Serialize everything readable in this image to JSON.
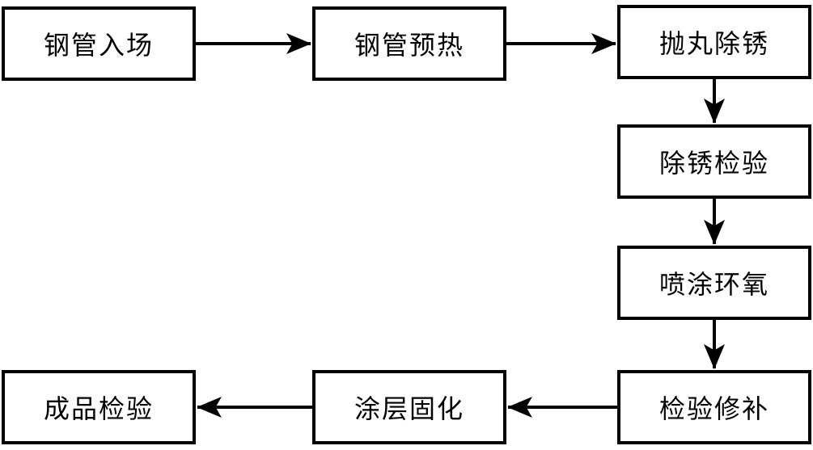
{
  "diagram": {
    "type": "flowchart",
    "language": "zh",
    "background_color": "#ffffff",
    "line_color": "#000000",
    "nodes": [
      {
        "id": "node-1",
        "label": "钢管入场"
      },
      {
        "id": "node-2",
        "label": "钢管预热"
      },
      {
        "id": "node-3",
        "label": "抛丸除锈"
      },
      {
        "id": "node-4",
        "label": "除锈检验"
      },
      {
        "id": "node-5",
        "label": "喷涂环氧"
      },
      {
        "id": "node-6",
        "label": "检验修补"
      },
      {
        "id": "node-7",
        "label": "涂层固化"
      },
      {
        "id": "node-8",
        "label": "成品检验"
      }
    ],
    "edges": [
      {
        "from": "钢管入场",
        "to": "钢管预热",
        "direction": "right"
      },
      {
        "from": "钢管预热",
        "to": "抛丸除锈",
        "direction": "right"
      },
      {
        "from": "抛丸除锈",
        "to": "除锈检验",
        "direction": "down"
      },
      {
        "from": "除锈检验",
        "to": "喷涂环氧",
        "direction": "down"
      },
      {
        "from": "喷涂环氧",
        "to": "检验修补",
        "direction": "down"
      },
      {
        "from": "检验修补",
        "to": "涂层固化",
        "direction": "left"
      },
      {
        "from": "涂层固化",
        "to": "成品检验",
        "direction": "left"
      }
    ]
  }
}
